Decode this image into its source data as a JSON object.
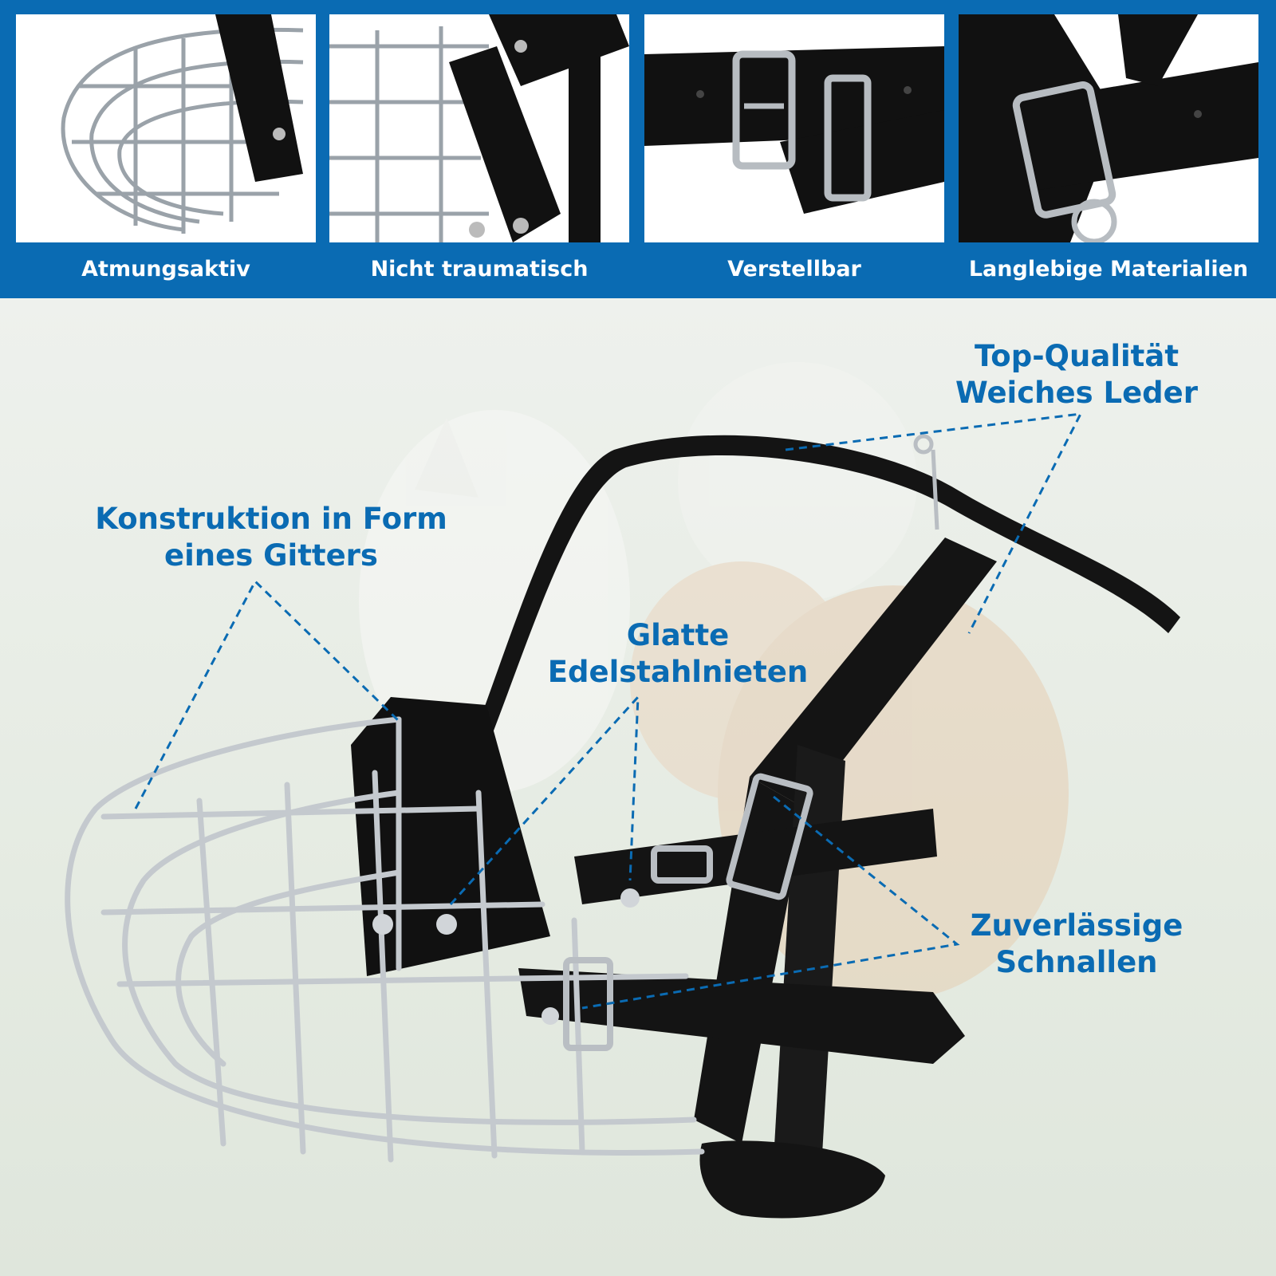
{
  "colors": {
    "brand_blue": "#0a6bb3",
    "leather": "#111111",
    "steel": "#c9ced3",
    "background": "#e9eee7"
  },
  "features": [
    {
      "label": "Atmungsaktiv",
      "icon": "wire-cage-photo"
    },
    {
      "label": "Nicht traumatisch",
      "icon": "padded-strap-photo"
    },
    {
      "label": "Verstellbar",
      "icon": "buckle-photo"
    },
    {
      "label": "Langlebige Materialien",
      "icon": "strap-ring-photo"
    }
  ],
  "callouts": {
    "quality": [
      "Top-Qualität",
      "Weiches Leder"
    ],
    "construction": [
      "Konstruktion in Form",
      "eines Gitters"
    ],
    "rivets": [
      "Glatte",
      "Edelstahlnieten"
    ],
    "buckles": [
      "Zuverlässige",
      "Schnallen"
    ]
  }
}
